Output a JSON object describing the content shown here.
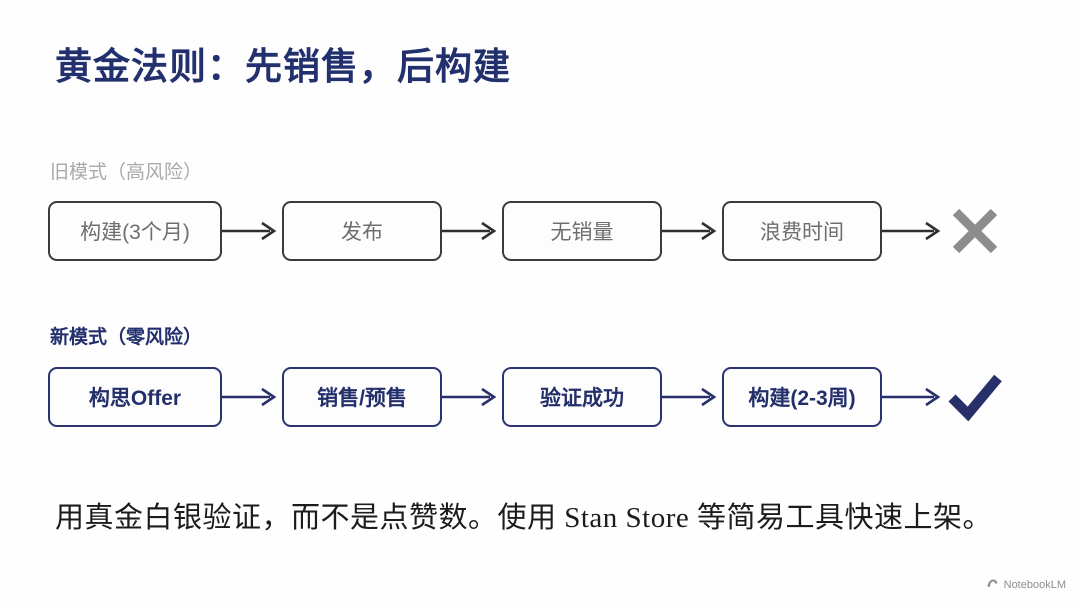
{
  "slide": {
    "title": "黄金法则：先销售，后构建",
    "caption": "用真金白银验证，而不是点赞数。使用 Stan Store 等简易工具快速上架。",
    "watermark": "NotebookLM"
  },
  "colors": {
    "navy": "#23306e",
    "gray_text": "#6e6e6e",
    "gray_label": "#a9a9ad",
    "dark_border": "#3b3b3b",
    "navy_border": "#2b3370",
    "x_mark": "#8d8d8d",
    "background": "#fefefe"
  },
  "rows": [
    {
      "label": "旧模式（高风险）",
      "style": "old",
      "end_symbol": "x-mark",
      "nodes": [
        {
          "text": "构建(3个月)"
        },
        {
          "text": "发布"
        },
        {
          "text": "无销量"
        },
        {
          "text": "浪费时间"
        }
      ]
    },
    {
      "label": "新模式（零风险）",
      "style": "new",
      "end_symbol": "check-mark",
      "nodes": [
        {
          "text": "构思Offer"
        },
        {
          "text": "销售/预售"
        },
        {
          "text": "验证成功"
        },
        {
          "text": "构建(2-3周)"
        }
      ]
    }
  ]
}
